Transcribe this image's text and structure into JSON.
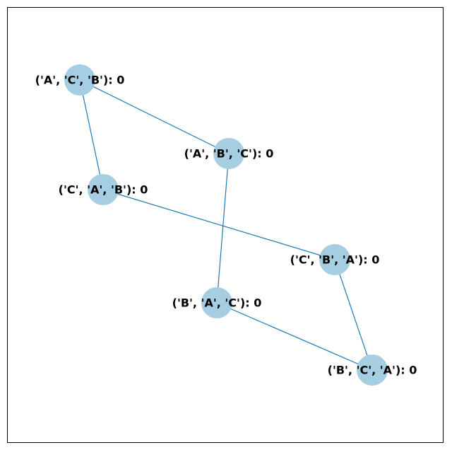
{
  "diagram": {
    "node_color": "#a6cee3",
    "edge_color": "#1f78b4",
    "nodes": [
      {
        "id": "acb",
        "label": "('A', 'C', 'B'): 0"
      },
      {
        "id": "abc",
        "label": "('A', 'B', 'C'): 0"
      },
      {
        "id": "cab",
        "label": "('C', 'A', 'B'): 0"
      },
      {
        "id": "cba",
        "label": "('C', 'B', 'A'): 0"
      },
      {
        "id": "bac",
        "label": "('B', 'A', 'C'): 0"
      },
      {
        "id": "bca",
        "label": "('B', 'C', 'A'): 0"
      }
    ],
    "edges": [
      {
        "from": "acb",
        "to": "abc"
      },
      {
        "from": "acb",
        "to": "cab"
      },
      {
        "from": "cab",
        "to": "cba"
      },
      {
        "from": "abc",
        "to": "bac"
      },
      {
        "from": "cba",
        "to": "bca"
      },
      {
        "from": "bac",
        "to": "bca"
      }
    ]
  }
}
